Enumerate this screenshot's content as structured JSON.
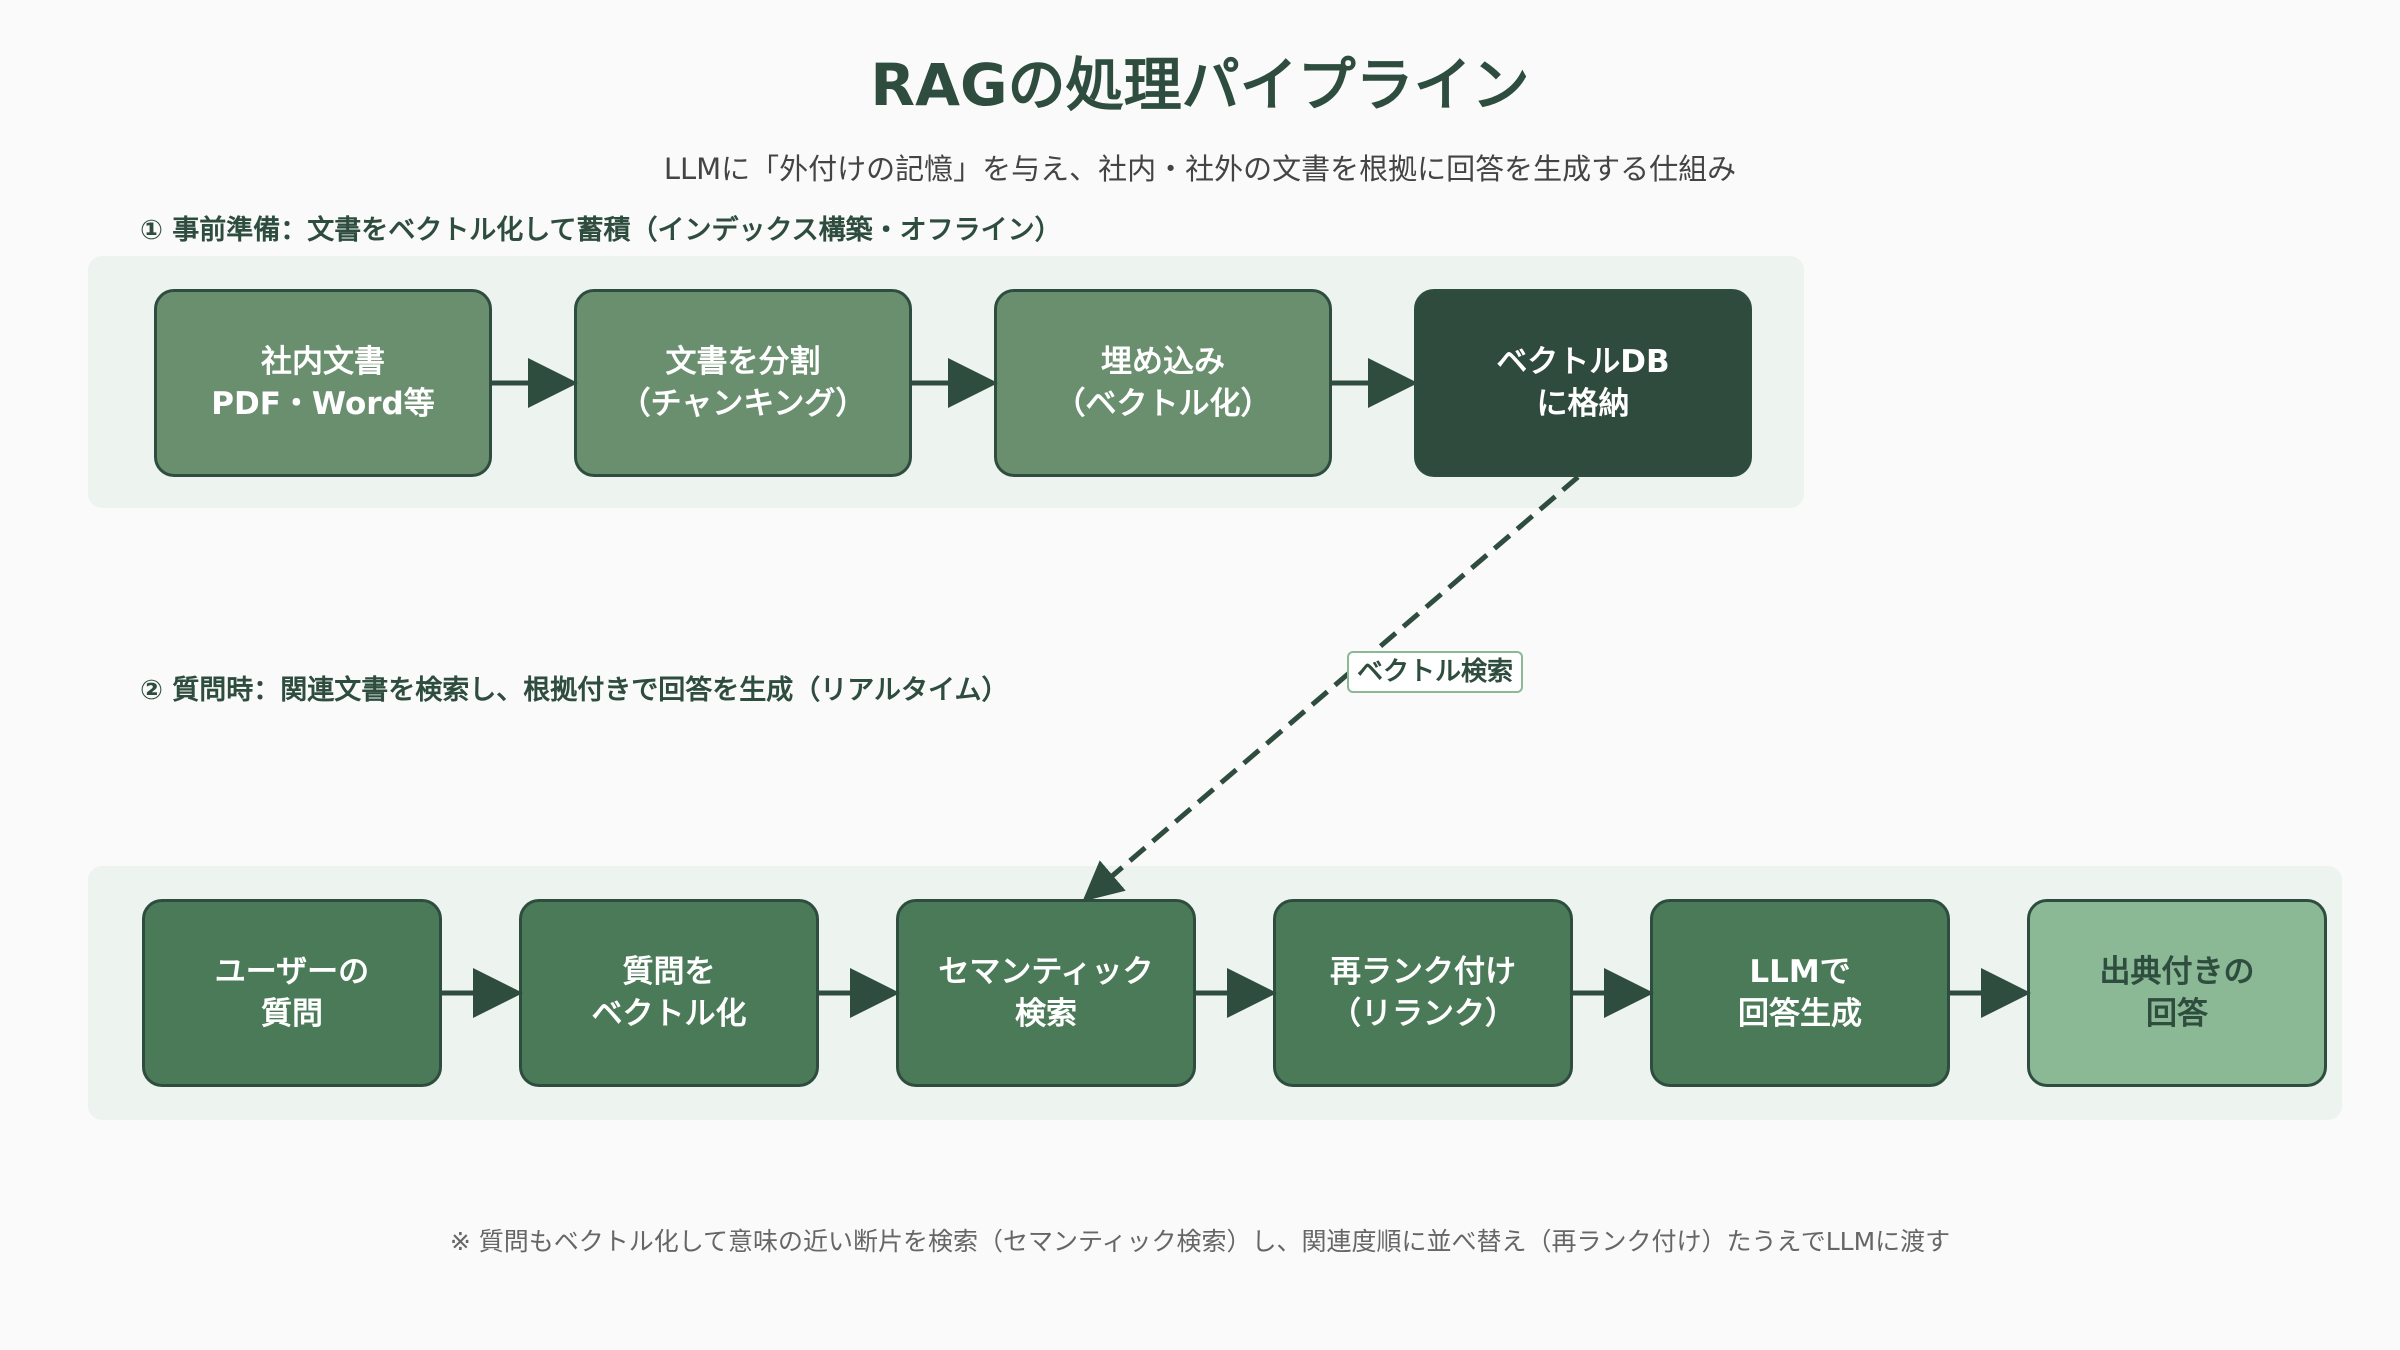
{
  "title": "RAGの処理パイプライン",
  "subtitle": "LLMに「外付けの記憶」を与え、社内・社外の文書を根拠に回答を生成する仕組み",
  "section1": {
    "label": "① 事前準備：文書をベクトル化して蓄積（インデックス構築・オフライン）",
    "steps": [
      {
        "text": "社内文書\nPDF・Word等"
      },
      {
        "text": "文書を分割\n（チャンキング）"
      },
      {
        "text": "埋め込み\n（ベクトル化）"
      },
      {
        "text": "ベクトルDB\nに格納"
      }
    ]
  },
  "section2": {
    "label": "② 質問時：関連文書を検索し、根拠付きで回答を生成（リアルタイム）",
    "steps": [
      {
        "text": "ユーザーの\n質問"
      },
      {
        "text": "質問を\nベクトル化"
      },
      {
        "text": "セマンティック\n検索"
      },
      {
        "text": "再ランク付け\n（リランク）"
      },
      {
        "text": "LLMで\n回答生成"
      },
      {
        "text": "出典付きの\n回答"
      }
    ]
  },
  "connector_label": "ベクトル検索",
  "note": "※ 質問もベクトル化して意味の近い断片を検索（セマンティック検索）し、関連度順に並べ替え（再ランク付け）たうえでLLMに渡す",
  "colors": {
    "dark": "#2e4b3e",
    "medium": "#6a8f6f",
    "green": "#4a7a57",
    "light": "#8bb895",
    "panel": "#edf3ef"
  }
}
